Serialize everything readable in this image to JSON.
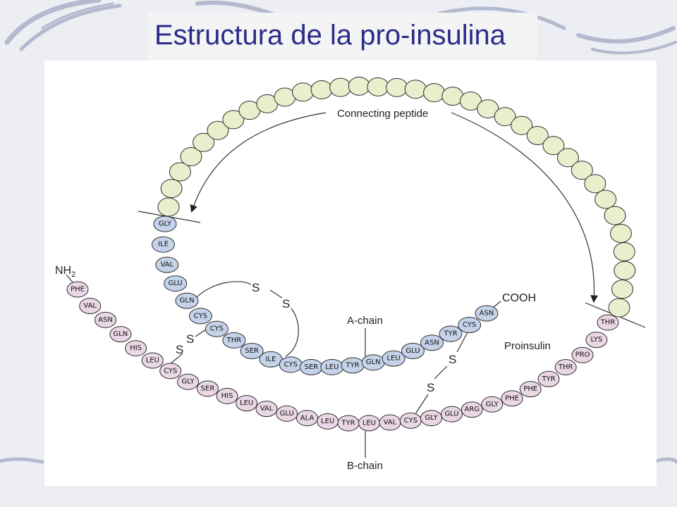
{
  "title": "Estructura de la pro-insulina",
  "colors": {
    "connecting_fill": "#e8efcd",
    "a_chain_fill": "#c5d3ea",
    "b_chain_fill": "#ead7e5",
    "outline": "#2d2d2d",
    "title_text": "#2b2b8a"
  },
  "labels": {
    "connecting_peptide": "Connecting peptide",
    "a_chain": "A-chain",
    "b_chain": "B-chain",
    "proinsulin": "Proinsulin",
    "cooh": "COOH",
    "nh2": "NH",
    "nh2_sub": "2",
    "sulfur": "S"
  },
  "a_chain": [
    "GLY",
    "ILE",
    "VAL",
    "GLU",
    "GLN",
    "CYS",
    "CYS",
    "THR",
    "SER",
    "ILE",
    "CYS",
    "SER",
    "LEU",
    "TYR",
    "GLN",
    "LEU",
    "GLU",
    "ASN",
    "TYR",
    "CYS",
    "ASN"
  ],
  "b_chain": [
    "PHE",
    "VAL",
    "ASN",
    "GLN",
    "HIS",
    "LEU",
    "CYS",
    "GLY",
    "SER",
    "HIS",
    "LEU",
    "VAL",
    "GLU",
    "ALA",
    "LEU",
    "TYR",
    "LEU",
    "VAL",
    "CYS",
    "GLY",
    "GLU",
    "ARG",
    "GLY",
    "PHE",
    "PHE",
    "TYR",
    "THR",
    "PRO",
    "LYS",
    "THR"
  ],
  "connecting_peptide_count": 35
}
